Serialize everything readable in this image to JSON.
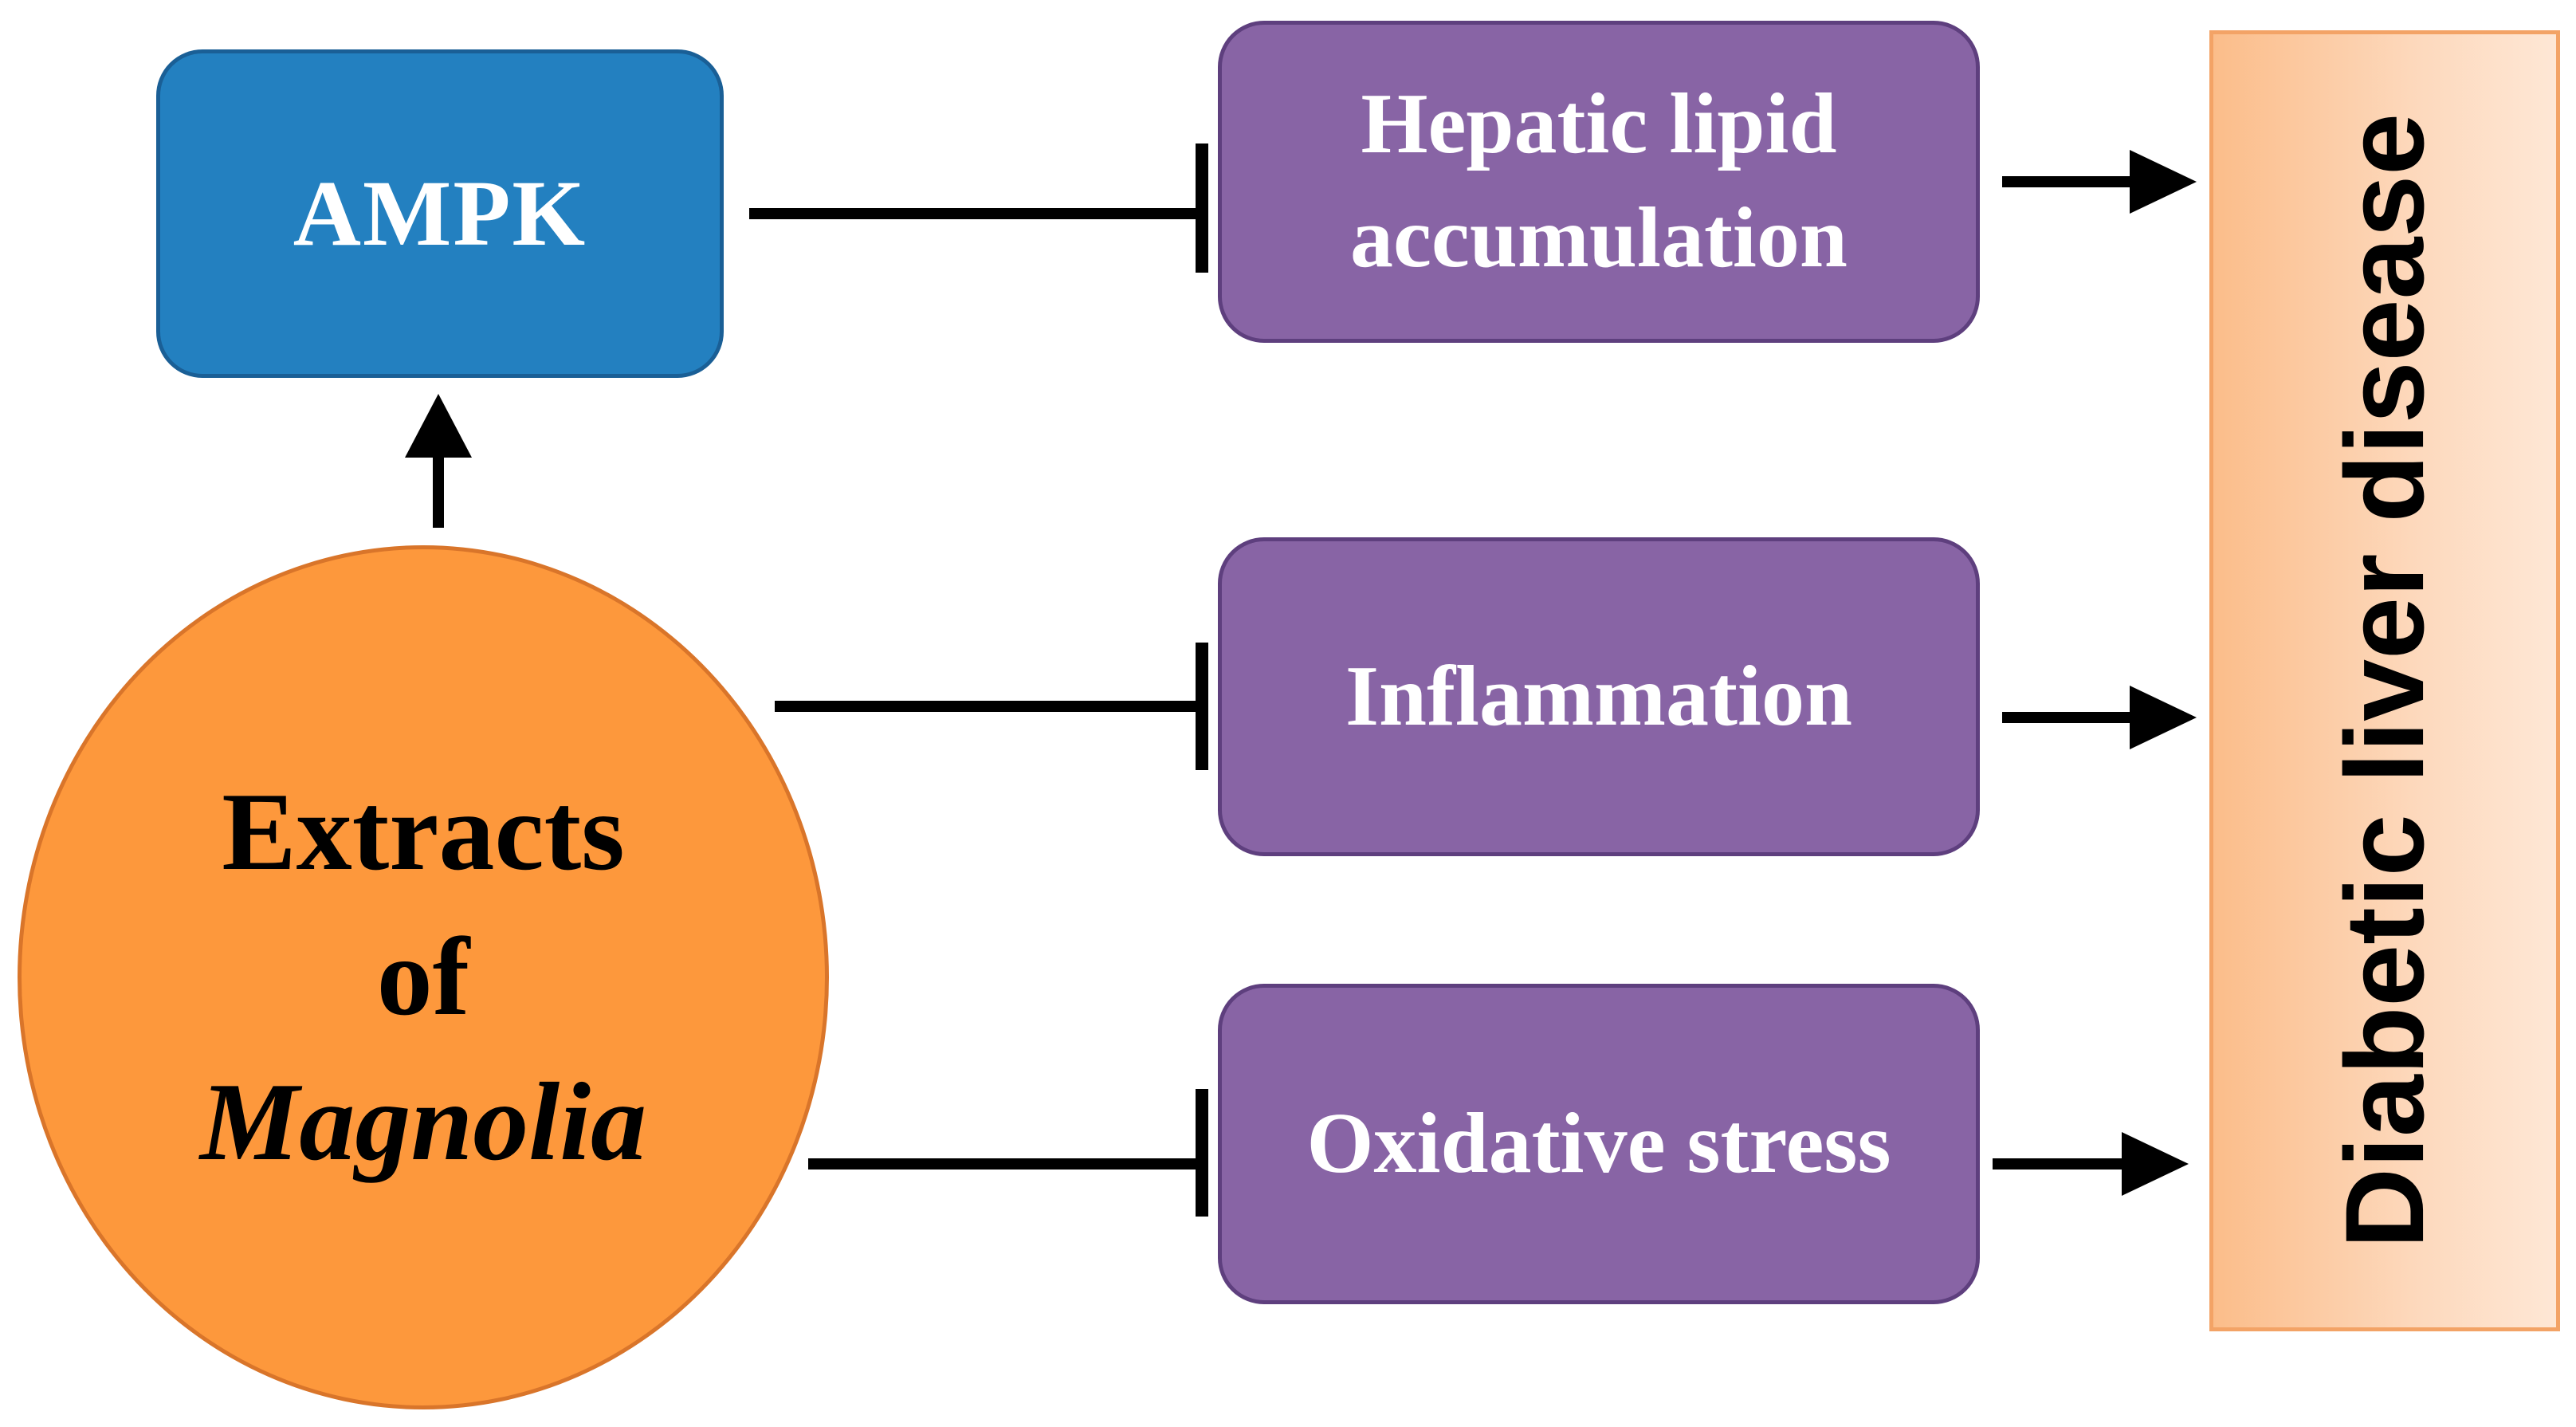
{
  "nodes": {
    "ampk": {
      "label": "AMPK"
    },
    "hepatic": {
      "line1": "Hepatic lipid",
      "line2": "accumulation"
    },
    "inflammation": {
      "label": "Inflammation"
    },
    "oxidative": {
      "label": "Oxidative stress"
    },
    "extracts": {
      "line1": "Extracts",
      "line2": "of",
      "line3": "Magnolia"
    },
    "disease": {
      "label": "Diabetic liver disease"
    }
  },
  "colors": {
    "ampk": "#2380c0",
    "purple": "#8864a5",
    "circle": "#fd983c",
    "line": "#000000"
  }
}
